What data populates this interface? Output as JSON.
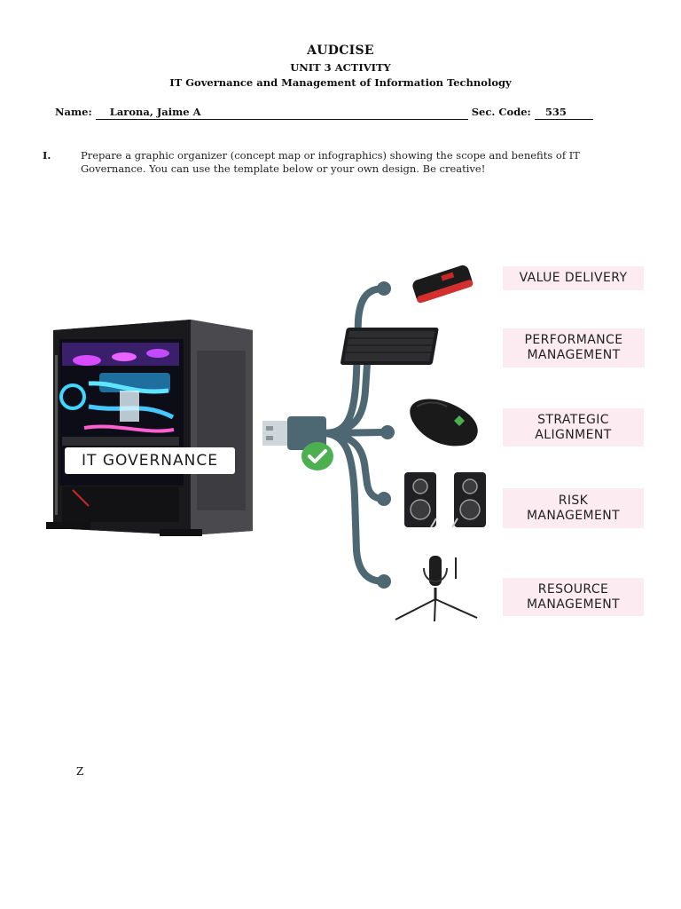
{
  "header": {
    "course": "AUDCISE",
    "unit": "UNIT 3 ACTIVITY",
    "subtitle": "IT Governance and Management of Information Technology"
  },
  "student": {
    "name_label": "Name:",
    "name_value": "Larona, Jaime A",
    "sec_label": "Sec. Code:",
    "sec_value": "535"
  },
  "question": {
    "number": "I.",
    "text": "Prepare a graphic organizer (concept map or infographics) showing the scope and benefits of IT Governance. You can use the template below or your own design. Be creative!"
  },
  "organizer": {
    "center_label": "IT GOVERNANCE",
    "benefits": [
      {
        "label": "VALUE DELIVERY",
        "device": "usb-flash-drive"
      },
      {
        "label": "PERFORMANCE MANAGEMENT",
        "device": "keyboard"
      },
      {
        "label": "STRATEGIC ALIGNMENT",
        "device": "mouse"
      },
      {
        "label": "RISK MANAGEMENT",
        "device": "speakers"
      },
      {
        "label": "RESOURCE MANAGEMENT",
        "device": "microphone"
      }
    ],
    "colors": {
      "branch": "#4d6773",
      "check": "#4caf50",
      "label_bg": "#fcecf1"
    }
  },
  "footer_mark": "Z"
}
